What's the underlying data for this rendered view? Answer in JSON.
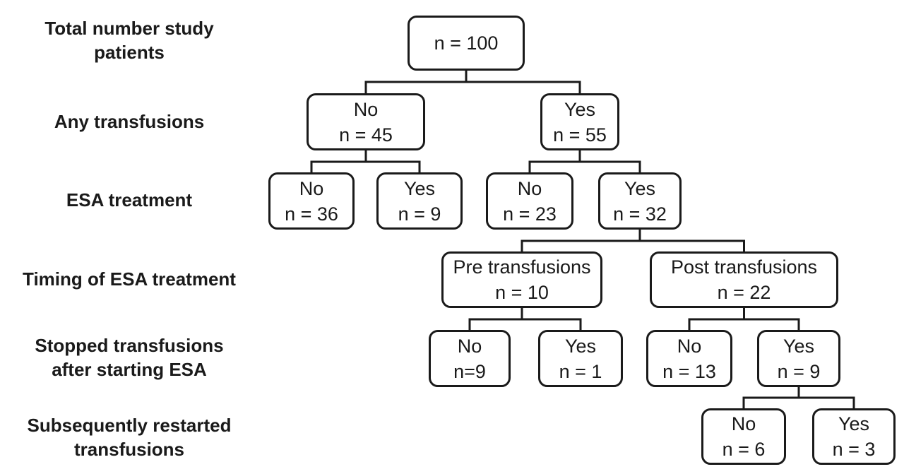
{
  "figure": {
    "background_color": "#ffffff",
    "ink_color": "#1a1a1a"
  },
  "row_labels": [
    {
      "id": "total-number-study-patients",
      "lines": [
        "Total number study",
        "patients"
      ]
    },
    {
      "id": "any-transfusions",
      "lines": [
        "Any transfusions"
      ]
    },
    {
      "id": "esa-treatment",
      "lines": [
        "ESA treatment"
      ]
    },
    {
      "id": "timing-of-esa-treatment",
      "lines": [
        "Timing of ESA treatment"
      ]
    },
    {
      "id": "stopped-transfusions-after-starting-esa",
      "lines": [
        "Stopped transfusions",
        "after starting ESA"
      ]
    },
    {
      "id": "subsequently-restarted-transfusions",
      "lines": [
        "Subsequently restarted",
        "transfusions"
      ]
    }
  ],
  "flowchart": {
    "nodes": [
      {
        "id": "total",
        "lines": [
          "n = 100"
        ],
        "parent": null
      },
      {
        "id": "anytx-no",
        "lines": [
          "No",
          "n = 45"
        ],
        "parent": "total"
      },
      {
        "id": "anytx-yes",
        "lines": [
          "Yes",
          "n = 55"
        ],
        "parent": "total"
      },
      {
        "id": "esa-no",
        "lines": [
          "No",
          "n = 36"
        ],
        "parent": "anytx-no"
      },
      {
        "id": "esa-yes-of-no",
        "lines": [
          "Yes",
          "n = 9"
        ],
        "parent": "anytx-no"
      },
      {
        "id": "esa-no-of-yes",
        "lines": [
          "No",
          "n = 23"
        ],
        "parent": "anytx-yes"
      },
      {
        "id": "esa-yes-of-yes",
        "lines": [
          "Yes",
          "n = 32"
        ],
        "parent": "anytx-yes"
      },
      {
        "id": "timing-pre",
        "lines": [
          "Pre transfusions",
          "n = 10"
        ],
        "parent": "esa-yes-of-yes"
      },
      {
        "id": "timing-post",
        "lines": [
          "Post transfusions",
          "n = 22"
        ],
        "parent": "esa-yes-of-yes"
      },
      {
        "id": "stopped-no-pre",
        "lines": [
          "No",
          "n=9"
        ],
        "parent": "timing-pre"
      },
      {
        "id": "stopped-yes-pre",
        "lines": [
          "Yes",
          "n = 1"
        ],
        "parent": "timing-pre"
      },
      {
        "id": "stopped-no-post",
        "lines": [
          "No",
          "n = 13"
        ],
        "parent": "timing-post"
      },
      {
        "id": "stopped-yes-post",
        "lines": [
          "Yes",
          "n = 9"
        ],
        "parent": "timing-post"
      },
      {
        "id": "restart-no",
        "lines": [
          "No",
          "n = 6"
        ],
        "parent": "stopped-yes-post"
      },
      {
        "id": "restart-yes",
        "lines": [
          "Yes",
          "n = 3"
        ],
        "parent": "stopped-yes-post"
      }
    ]
  }
}
